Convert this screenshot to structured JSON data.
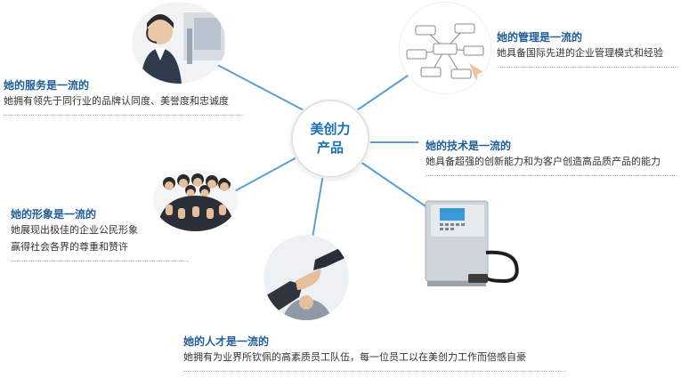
{
  "hub": {
    "line1": "美创力",
    "line2": "产品"
  },
  "items": [
    {
      "title": "她的服务是一流的",
      "lines": [
        "她拥有领先于同行业的品牌认同度、美誉度和忠诚度"
      ],
      "image": "customer-service-agent"
    },
    {
      "title": "她的管理是一流的",
      "lines": [
        "她具备国际先进的企业管理模式和经验"
      ],
      "image": "management-flowchart"
    },
    {
      "title": "她的技术是一流的",
      "lines": [
        "她具备超强的创新能力和为客户创造高品质产品的能力"
      ],
      "image": "inkjet-printer-machine"
    },
    {
      "title": "她的形象是一流的",
      "lines": [
        "她展现出极佳的企业公民形象",
        "赢得社会各界的尊重和赞许"
      ],
      "image": "team-thumbs-up"
    },
    {
      "title": "她的人才是一流的",
      "lines": [
        "她拥有为业界所钦佩的高素质员工队伍，每一位员工以在美创力工作而倍感自豪"
      ],
      "image": "handshake"
    }
  ],
  "colors": {
    "title": "#1f5d99",
    "hub_text": "#1a6fb5",
    "line": "#5aa0d8"
  }
}
